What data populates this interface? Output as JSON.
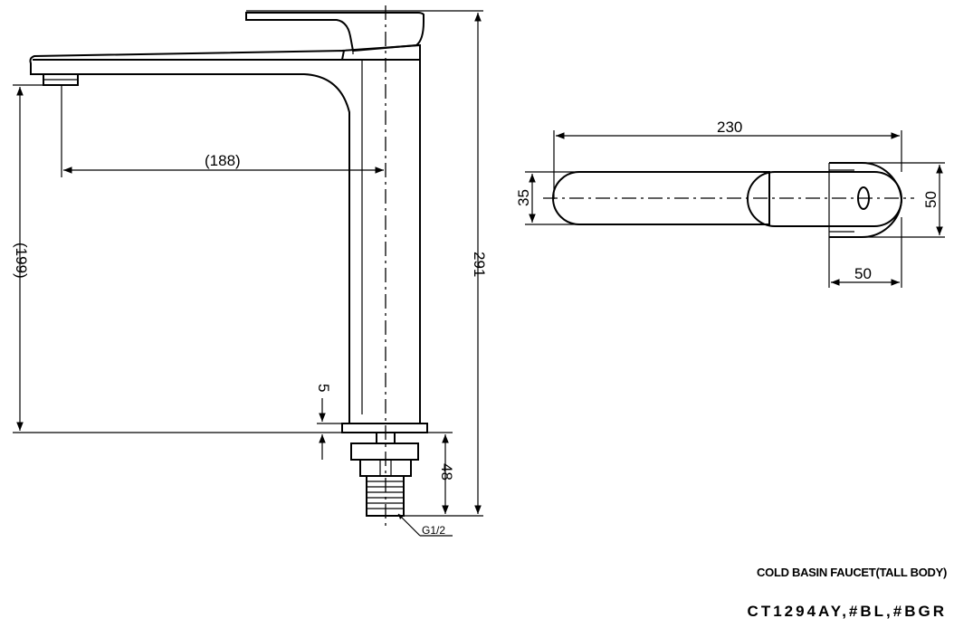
{
  "side_view": {
    "dim_reach": "(188)",
    "dim_spout_height": "(199)",
    "dim_total_height": "291",
    "dim_base_thickness": "5",
    "dim_shank_length": "48",
    "thread_label": "G1/2"
  },
  "top_view": {
    "dim_length": "230",
    "dim_spout_width": "35",
    "dim_body_width": "50",
    "dim_body_depth": "50"
  },
  "caption": {
    "title": "COLD BASIN FAUCET(TALL BODY)",
    "model": "CT1294AY,#BL,#BGR"
  }
}
